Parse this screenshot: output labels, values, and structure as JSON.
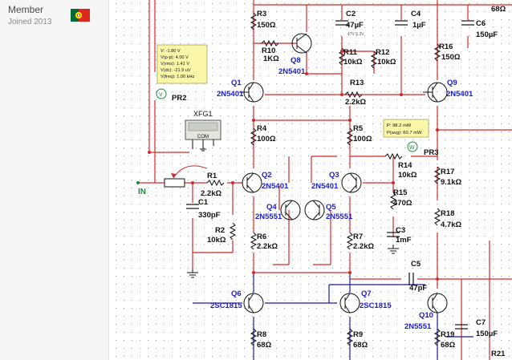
{
  "profile": {
    "role": "Member",
    "joined": "Joined 2013",
    "flag_country": "Portugal"
  },
  "colors": {
    "wire": "#d62828",
    "wire_blue": "#1a1aa8",
    "label_blue": "#1e1ec8",
    "text": "#111111",
    "probe_fill": "#fbf7a8",
    "node_green": "#1b8a3a"
  },
  "schematic": {
    "components": {
      "r3": {
        "ref": "R3",
        "val": "150Ω"
      },
      "c2": {
        "ref": "C2",
        "val": "47µF",
        "note": "47V 6.3V"
      },
      "c4": {
        "ref": "C4",
        "val": "1µF"
      },
      "c6": {
        "ref": "C6",
        "val": "150µF"
      },
      "r_top": {
        "val": "68Ω"
      },
      "r10": {
        "ref": "R10",
        "val": "1KΩ"
      },
      "q8": {
        "ref": "Q8",
        "part": "2N5401"
      },
      "r11": {
        "ref": "R11",
        "val": "10kΩ"
      },
      "r12": {
        "ref": "R12",
        "val": "10kΩ"
      },
      "r16": {
        "ref": "R16",
        "val": "150Ω"
      },
      "q1": {
        "ref": "Q1",
        "part": "2N5401"
      },
      "r13": {
        "ref": "R13",
        "val": "2.2kΩ"
      },
      "q9": {
        "ref": "Q9",
        "part": "2N5401"
      },
      "xfg1": {
        "ref": "XFG1",
        "com": "COM"
      },
      "r4": {
        "ref": "R4",
        "val": "100Ω"
      },
      "r5": {
        "ref": "R5",
        "val": "100Ω"
      },
      "pr3": {
        "ref": "PR3"
      },
      "r14": {
        "ref": "R14",
        "val": "10kΩ"
      },
      "r1": {
        "ref": "R1",
        "val": "2.2kΩ"
      },
      "q2": {
        "ref": "Q2",
        "part": "2N5401"
      },
      "q3": {
        "ref": "Q3",
        "part": "2N5401"
      },
      "r17": {
        "ref": "R17",
        "val": "9.1kΩ"
      },
      "c1": {
        "ref": "C1",
        "val": "330pF"
      },
      "q4": {
        "ref": "Q4",
        "part": "2N5551"
      },
      "q5": {
        "ref": "Q5",
        "part": "2N5551"
      },
      "r15": {
        "ref": "R15",
        "val": "470Ω"
      },
      "r18": {
        "ref": "R18",
        "val": "4.7kΩ"
      },
      "c3": {
        "ref": "C3",
        "val": "1mF"
      },
      "r2": {
        "ref": "R2",
        "val": "10kΩ"
      },
      "r6": {
        "ref": "R6",
        "val": "2.2kΩ"
      },
      "r7": {
        "ref": "R7",
        "val": "2.2kΩ"
      },
      "c5": {
        "ref": "C5",
        "val": "47pF"
      },
      "q6": {
        "ref": "Q6",
        "part": "2SC1815"
      },
      "q7": {
        "ref": "Q7",
        "part": "2SC1815"
      },
      "q10": {
        "ref": "Q10",
        "part": "2N5551"
      },
      "c7": {
        "ref": "C7",
        "val": "150µF"
      },
      "r8": {
        "ref": "R8",
        "val": "68Ω"
      },
      "r9": {
        "ref": "R9",
        "val": "68Ω"
      },
      "r19": {
        "ref": "R19",
        "val": "68Ω"
      },
      "r21": {
        "ref": "R21"
      }
    },
    "pr2": {
      "ref": "PR2",
      "lines": [
        "V: -1.80 V",
        "V(p-p): 4.00 V",
        "V(rms): 1.41 V",
        "V(dc): -21.9 uV",
        "V(freq): 1.00 kHz"
      ]
    },
    "pr3_readout": [
      "P: 98.2 mW",
      "P(avg): 60.7 mW"
    ],
    "in_label": "IN"
  }
}
